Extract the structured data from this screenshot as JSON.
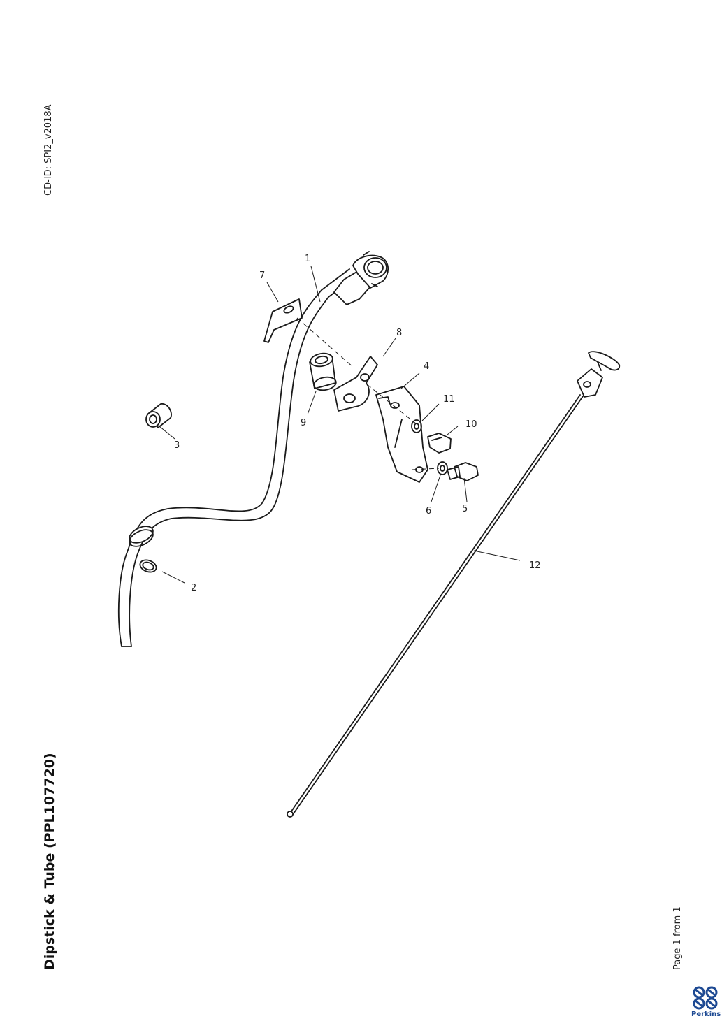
{
  "header": {
    "cd_id": "CD-ID: SPI2_v2018A"
  },
  "title": "Dipstick & Tube (PPL107720)",
  "footer": {
    "page_info": "Page 1 from 1",
    "brand": "Perkins"
  },
  "callouts": [
    "1",
    "2",
    "3",
    "4",
    "5",
    "6",
    "7",
    "8",
    "9",
    "10",
    "11",
    "12"
  ],
  "colors": {
    "line": "#1a1a1a",
    "brand": "#1e4a93"
  }
}
